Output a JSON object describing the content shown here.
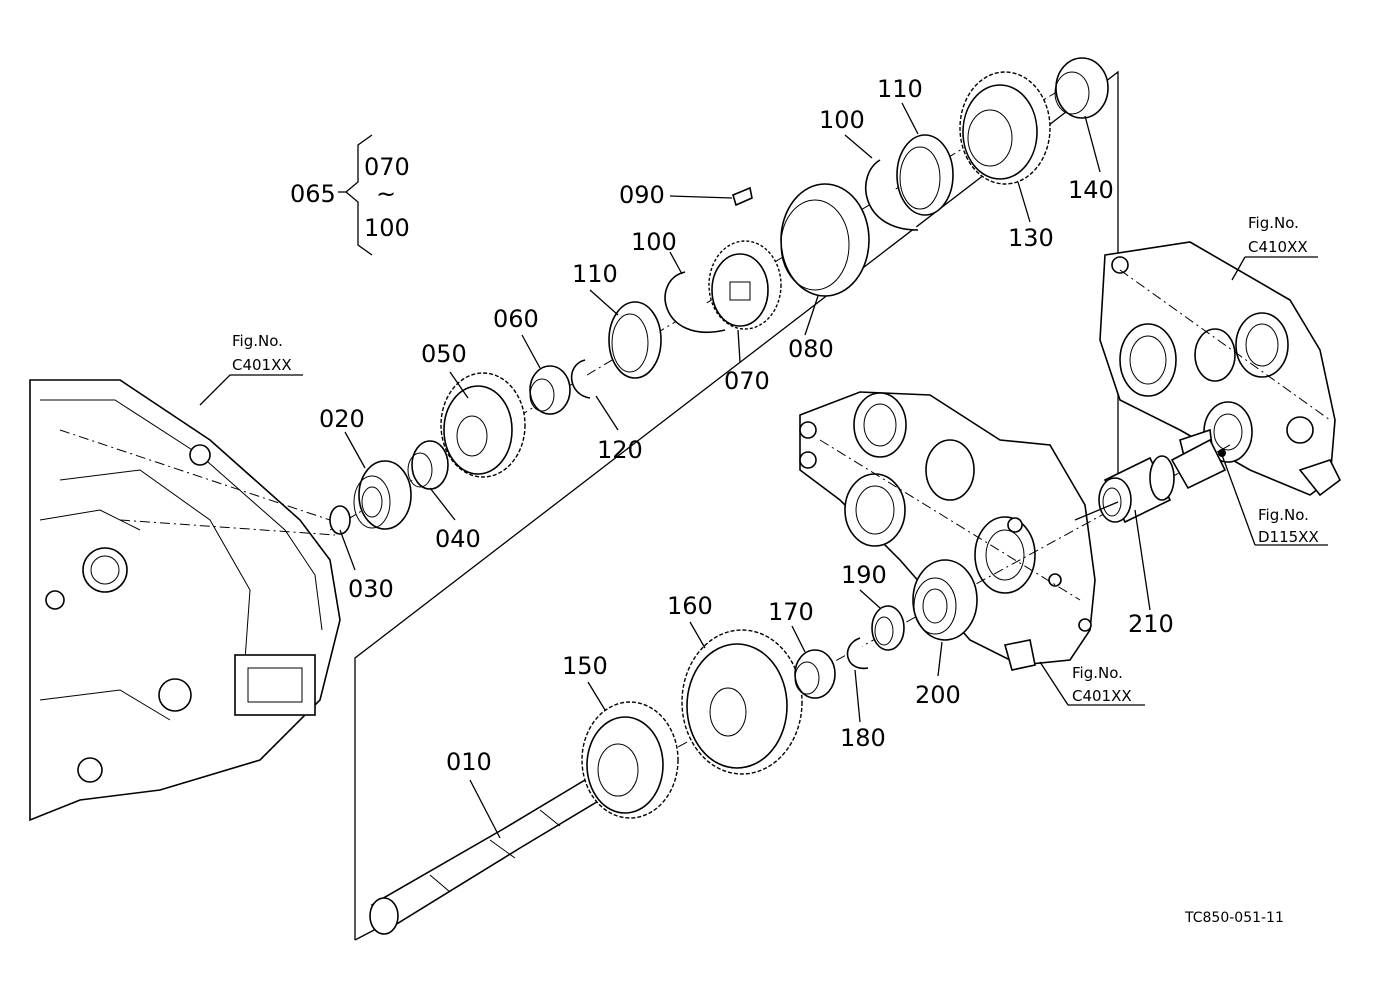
{
  "part_labels": [
    "010",
    "020",
    "030",
    "040",
    "050",
    "060",
    "070",
    "080",
    "090",
    "100",
    "100",
    "110",
    "110",
    "120",
    "130",
    "140",
    "150",
    "160",
    "170",
    "180",
    "190",
    "200",
    "210"
  ],
  "group": {
    "label": "065",
    "range_start": "070",
    "tilde": "~",
    "range_end": "100"
  },
  "figure_refs": [
    {
      "caption": "Fig.No.",
      "code": "C401XX"
    },
    {
      "caption": "Fig.No.",
      "code": "C410XX"
    },
    {
      "caption": "Fig.No.",
      "code": "D115XX"
    },
    {
      "caption": "Fig.No.",
      "code": "C401XX"
    }
  ],
  "drawing_code": "TC850-051-11"
}
